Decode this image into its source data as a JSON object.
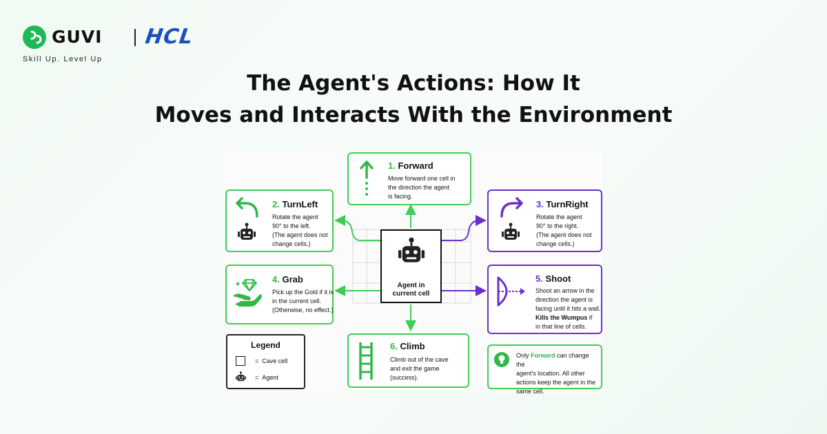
{
  "brand": {
    "name": "GUVI",
    "partner": "HCL",
    "tagline": "Skill Up. Level Up"
  },
  "title": {
    "line1": "The Agent's Actions: How It",
    "line2": "Moves and Interacts With the Environment"
  },
  "center": {
    "label_line1": "Agent in",
    "label_line2": "current cell"
  },
  "actions": {
    "forward": {
      "num": "1.",
      "name": "Forward",
      "desc": [
        "Move forward one cell in",
        "the direction the agent",
        "is facing."
      ]
    },
    "turnleft": {
      "num": "2.",
      "name": "TurnLeft",
      "desc": [
        "Rotate the agent",
        "90° to the left.",
        "(The agent does not",
        "change cells.)"
      ]
    },
    "turnright": {
      "num": "3.",
      "name": "TurnRight",
      "desc": [
        "Rotate the agent",
        "90° to the right.",
        "(The agent does not",
        "change cells.)"
      ]
    },
    "grab": {
      "num": "4.",
      "name": "Grab",
      "desc": [
        "Pick up the Gold if it is",
        "in the current cell.",
        "(Otherwise, no effect.)"
      ]
    },
    "shoot": {
      "num": "5.",
      "name": "Shoot",
      "desc": [
        "Shoot an arrow in the",
        "direction the agent is",
        "facing until it hits a wall."
      ],
      "bold_text": "Kills the Wumpus",
      "tail_text": "if",
      "last_line": "in that line of cells."
    },
    "climb": {
      "num": "6.",
      "name": "Climb",
      "desc": [
        "Climb out of the cave",
        "and exit the game",
        "(success)."
      ]
    }
  },
  "legend": {
    "title": "Legend",
    "cave_cell": "Cave cell",
    "agent": "Agent",
    "equals": "="
  },
  "note": {
    "prefix": "Only",
    "highlight": "Forward",
    "line1_rest": "can change the",
    "lines": [
      "agent's location. All other",
      "actions keep the agent in the",
      "same cell."
    ]
  },
  "colors": {
    "green": "#3cce55",
    "purple": "#6a2fc9",
    "hcl_blue": "#1b4fbf",
    "dark": "#111111"
  },
  "icons": {
    "forward": "dotted-up-arrow-icon",
    "turnleft": "curved-left-arrow-icon",
    "turnright": "curved-right-arrow-icon",
    "grab": "hand-gem-icon",
    "shoot": "bow-arrow-icon",
    "climb": "ladder-icon",
    "agent": "robot-icon",
    "note": "lightbulb-icon"
  }
}
